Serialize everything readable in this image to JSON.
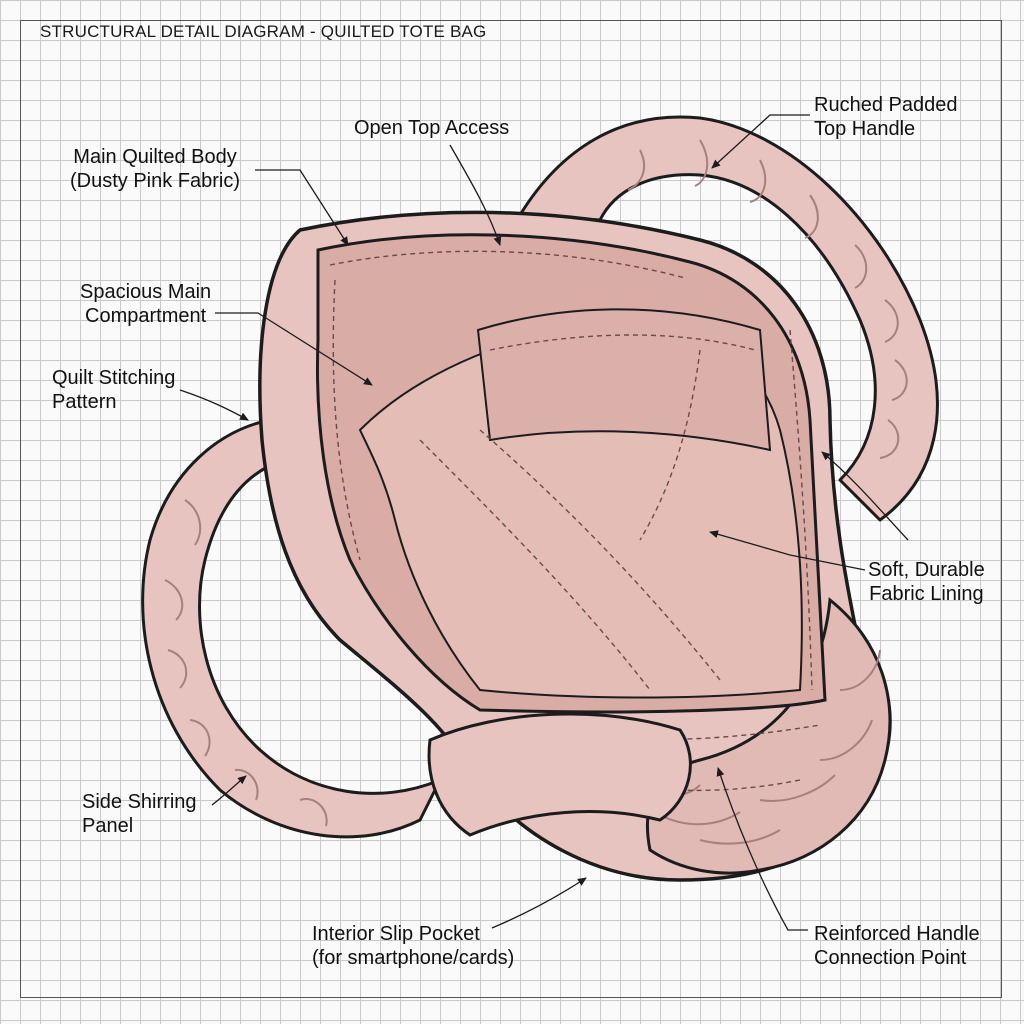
{
  "title": "STRUCTURAL DETAIL DIAGRAM - QUILTED TOTE BAG",
  "colors": {
    "fabric": "#e8c4c0",
    "fabric_shadow": "#c99f9c",
    "lining": "#ddb3ad",
    "outline": "#1c1c1c",
    "grid": "#c9c9c9"
  },
  "callouts": {
    "open_top": {
      "lines": [
        "Open Top Access"
      ]
    },
    "handle": {
      "lines": [
        "Ruched Padded",
        "Top Handle"
      ]
    },
    "body": {
      "lines": [
        "Main Quilted Body",
        "(Dusty Pink Fabric)"
      ]
    },
    "compartment": {
      "lines": [
        "Spacious Main",
        "Compartment"
      ]
    },
    "stitching": {
      "lines": [
        "Quilt Stitching",
        "Pattern"
      ]
    },
    "lining": {
      "lines": [
        "Soft, Durable",
        "Fabric Lining"
      ]
    },
    "shirring": {
      "lines": [
        "Side Shirring",
        "Panel"
      ]
    },
    "pocket": {
      "lines": [
        "Interior Slip Pocket",
        "(for smartphone/cards)"
      ]
    },
    "reinforced": {
      "lines": [
        "Reinforced Handle",
        "Connection Point"
      ]
    }
  }
}
